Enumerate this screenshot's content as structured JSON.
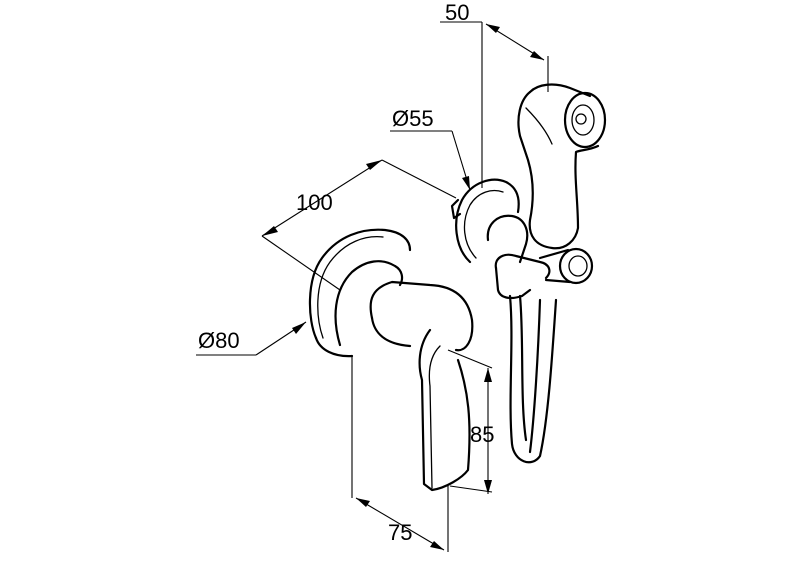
{
  "dimensions": {
    "top_offset": "50",
    "sprayer_dia": "Ø55",
    "depth": "100",
    "valve_dia": "Ø80",
    "lever_height": "85",
    "lever_width": "75"
  }
}
